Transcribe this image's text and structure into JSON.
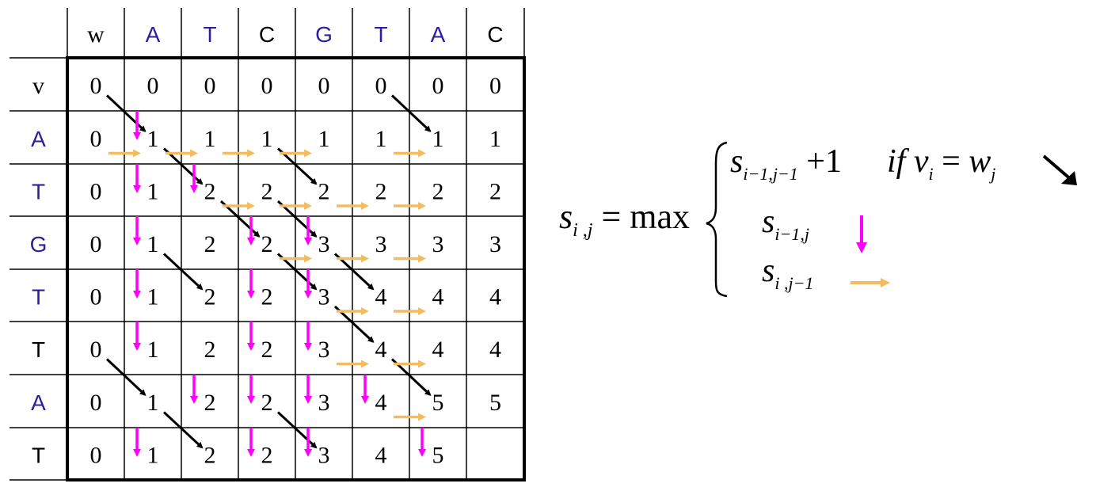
{
  "title": "",
  "corner_label": "",
  "w_label": "w",
  "v_label": "v",
  "colors": {
    "base_blue": "#2b1f9e",
    "base_black": "#000000",
    "diag_arrow": "#000000",
    "down_arrow": "#ff00ff",
    "right_arrow": "#f3bc62"
  },
  "columns": [
    {
      "label": "A",
      "color": "base_blue"
    },
    {
      "label": "T",
      "color": "base_blue"
    },
    {
      "label": "C",
      "color": "base_black"
    },
    {
      "label": "G",
      "color": "base_blue"
    },
    {
      "label": "T",
      "color": "base_blue"
    },
    {
      "label": "A",
      "color": "base_blue"
    },
    {
      "label": "C",
      "color": "base_black"
    }
  ],
  "rows": [
    {
      "label": "A",
      "color": "base_blue"
    },
    {
      "label": "T",
      "color": "base_blue"
    },
    {
      "label": "G",
      "color": "base_blue"
    },
    {
      "label": "T",
      "color": "base_blue"
    },
    {
      "label": "T",
      "color": "base_black"
    },
    {
      "label": "A",
      "color": "base_blue"
    },
    {
      "label": "T",
      "color": "base_black"
    }
  ],
  "matrix": [
    [
      "0",
      "0",
      "0",
      "0",
      "0",
      "0",
      "0",
      "0"
    ],
    [
      "0",
      "1",
      "1",
      "1",
      "1",
      "1",
      "1",
      "1"
    ],
    [
      "0",
      "1",
      "2",
      "2",
      "2",
      "2",
      "2",
      "2"
    ],
    [
      "0",
      "1",
      "2",
      "2",
      "3",
      "3",
      "3",
      "3"
    ],
    [
      "0",
      "1",
      "2",
      "2",
      "3",
      "4",
      "4",
      "4"
    ],
    [
      "0",
      "1",
      "2",
      "2",
      "3",
      "4",
      "4",
      "4"
    ],
    [
      "0",
      "1",
      "2",
      "2",
      "3",
      "4",
      "5",
      "5"
    ],
    [
      "0",
      "1",
      "2",
      "2",
      "3",
      "4",
      "5",
      ""
    ]
  ],
  "arrows": {
    "diag": [
      [
        0,
        0
      ],
      [
        0,
        5
      ],
      [
        1,
        1
      ],
      [
        1,
        3
      ],
      [
        2,
        2
      ],
      [
        2,
        3
      ],
      [
        3,
        1
      ],
      [
        3,
        3
      ],
      [
        3,
        4
      ],
      [
        4,
        4
      ],
      [
        5,
        0
      ],
      [
        5,
        5
      ],
      [
        6,
        1
      ],
      [
        6,
        3
      ]
    ],
    "down": [
      [
        0,
        1
      ],
      [
        1,
        1
      ],
      [
        1,
        2
      ],
      [
        2,
        1
      ],
      [
        2,
        3
      ],
      [
        2,
        4
      ],
      [
        3,
        1
      ],
      [
        3,
        3
      ],
      [
        3,
        4
      ],
      [
        4,
        1
      ],
      [
        4,
        3
      ],
      [
        4,
        4
      ],
      [
        5,
        2
      ],
      [
        5,
        3
      ],
      [
        5,
        4
      ],
      [
        5,
        5
      ],
      [
        6,
        1
      ],
      [
        6,
        3
      ],
      [
        6,
        4
      ],
      [
        6,
        6
      ]
    ],
    "right": [
      [
        1,
        1
      ],
      [
        1,
        2
      ],
      [
        1,
        3
      ],
      [
        1,
        4
      ],
      [
        1,
        6
      ],
      [
        2,
        3
      ],
      [
        2,
        4
      ],
      [
        2,
        5
      ],
      [
        2,
        6
      ],
      [
        3,
        4
      ],
      [
        3,
        5
      ],
      [
        3,
        6
      ],
      [
        4,
        5
      ],
      [
        4,
        6
      ],
      [
        5,
        5
      ],
      [
        5,
        6
      ],
      [
        6,
        6
      ]
    ]
  },
  "formula": {
    "lhs_s": "s",
    "lhs_sub": "i ,j",
    "equals_max": "= max",
    "case1_s": "s",
    "case1_sub": "i−1,j−1",
    "case1_plus": "+1",
    "case1_if": "if",
    "case1_vi": "v",
    "case1_vi_sub": "i",
    "case1_eq": "=",
    "case1_wj": "w",
    "case1_wj_sub": "j",
    "case2_s": "s",
    "case2_sub": "i−1,j",
    "case3_s": "s",
    "case3_sub": "i ,j−1"
  }
}
